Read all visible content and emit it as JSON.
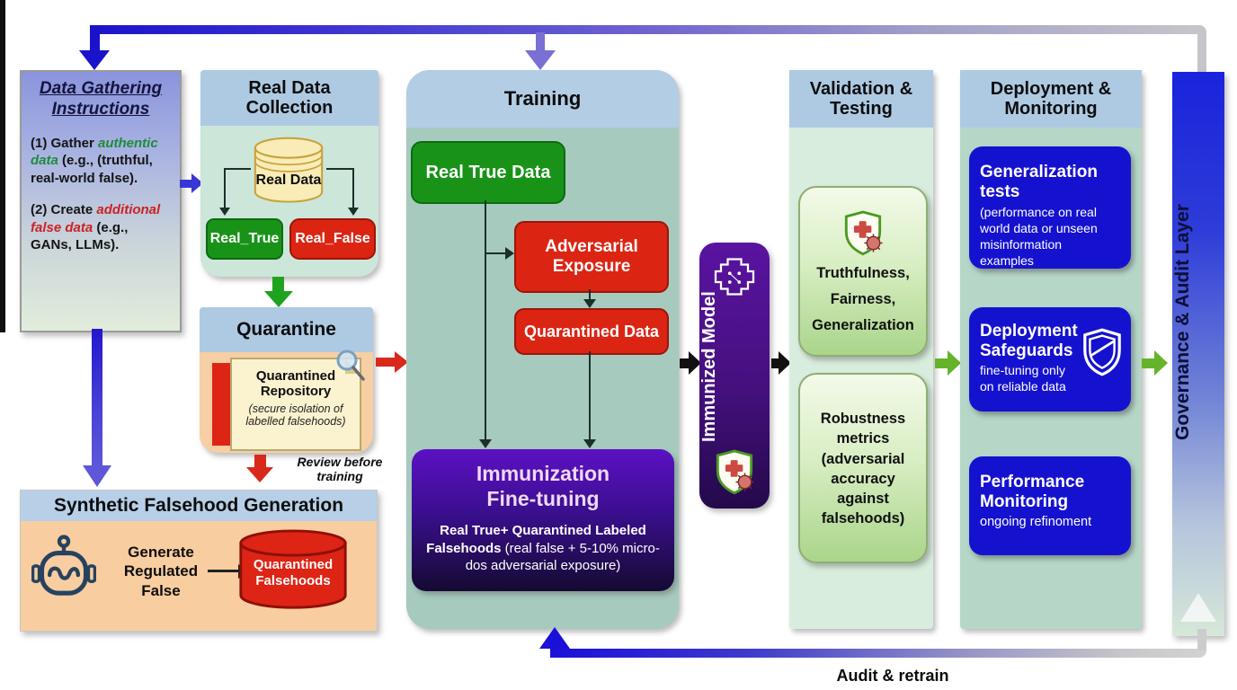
{
  "data_gathering": {
    "title": "Data Gathering Instructions",
    "item1_prefix": "(1) Gather ",
    "item1_highlight": "authentic data",
    "item1_suffix": " (e.g., (truthful, real-world false).",
    "item2_prefix": "(2) Create ",
    "item2_highlight": "additional false data",
    "item2_suffix": " (e.g., GANs, LLMs)."
  },
  "real_data_collection": {
    "title": "Real Data Collection",
    "database_label": "Real Data",
    "true_label": "Real_True",
    "false_label": "Real_False"
  },
  "quarantine": {
    "title": "Quarantine",
    "repo_title": "Quarantined Repository",
    "repo_subtitle": "(secure isolation of labelled falsehoods)",
    "review_note": "Review before training"
  },
  "synthetic": {
    "title": "Synthetic Falsehood Generation",
    "generate_label": "Generate Regulated False",
    "database_label": "Quarantined Falsehoods"
  },
  "training": {
    "title": "Training",
    "real_true_label": "Real True Data",
    "adversarial_label": "Adversarial Exposure",
    "quarantined_label": "Quarantined Data",
    "immunization_title": "Immunization Fine-tuning",
    "immunization_bold": "Real True+ Quarantined Labeled Falsehoods",
    "immunization_rest": " (real false + 5-10% micro-dos adversarial exposure)"
  },
  "immunized_model": {
    "label": "Immunized Model"
  },
  "validation": {
    "title": "Validation & Testing",
    "box1_lines": [
      "Truthfulness,",
      "Fairness,",
      "Generalization"
    ],
    "box2_text": "Robustness metrics (adversarial accuracy against falsehoods)"
  },
  "deployment": {
    "title": "Deployment & Monitoring",
    "gen_title": "Generalization tests",
    "gen_text": "(performance on real world data or unseen misinformation examples",
    "safe_title": "Deployment Safeguards",
    "safe_text": "fine-tuning only on reliable data",
    "perf_title": "Performance Monitoring",
    "perf_text": "ongoing refinoment"
  },
  "governance": {
    "label": "Governance & Audit Layer"
  },
  "bottom": {
    "audit_label": "Audit & retrain"
  },
  "icons": {
    "database-icon": "cylinder shape",
    "robot-icon": "robot head outline",
    "magnifier-icon": "magnifying glass",
    "shield-virus-icon": "shield with cross and virus",
    "chip-icon": "circuit chip",
    "shield-outline-icon": "outlined shield with band",
    "note-icon": "folded-corner document"
  },
  "colors": {
    "header_blue": "#aecae3",
    "training_body": "#a6cabe",
    "validation_body": "#d9edde",
    "deployment_body": "#b6d6c8",
    "realdata_body": "#cde6da",
    "peach": "#f6cfa4",
    "green_pill": "#189318",
    "red_pill": "#dc2413",
    "deep_blue_box": "#1512cf",
    "immunization_purple": "#5c10c4",
    "governance_blue": "#1a23dc",
    "arrow_blue": "#1b13cb",
    "arrow_purple": "#7a6fd2",
    "arrow_green": "#64b32a",
    "arrow_red": "#d8291a"
  }
}
